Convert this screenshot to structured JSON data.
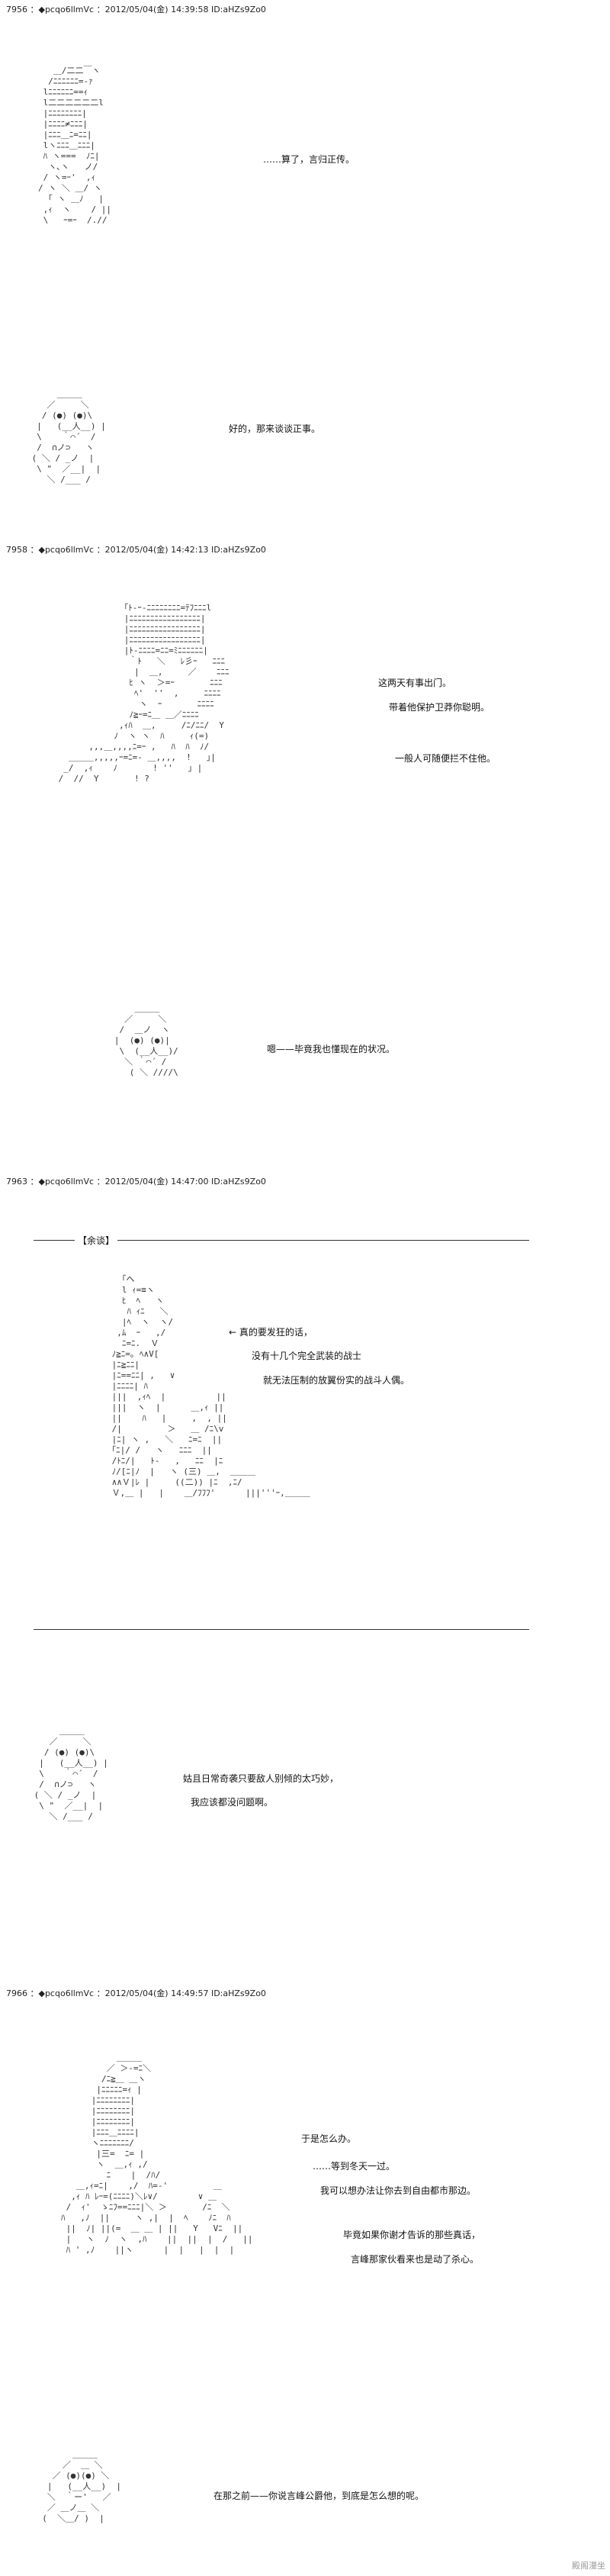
{
  "posts": [
    {
      "header": "7956 ：◆pcqo6llmVc ：2012/05/04(金) 14:39:58 ID:aHZs9Zo0",
      "lines": [
        "……算了，言归正传。",
        "好的，那来谈谈正事。"
      ]
    },
    {
      "header": "7958 ：◆pcqo6llmVc ：2012/05/04(金) 14:42:13 ID:aHZs9Zo0",
      "lines": [
        "这两天有事出门。",
        "带着他保护卫莽你聪明。",
        "一般人可随便拦不住他。",
        "嗯——毕竟我也懂现在的状况。"
      ]
    },
    {
      "header": "7963 ：◆pcqo6llmVc ：2012/05/04(金) 14:47:00 ID:aHZs9Zo0",
      "section_label": "【余谈】",
      "lines": [
        "← 真的要发狂的话，",
        "没有十几个完全武装的战士",
        "就无法压制的放翼份实的战斗人偶。",
        "姑且日常奇袭只要敌人别倾的太巧妙，",
        "我应该都没问题啊。"
      ]
    },
    {
      "header": "7966 ：◆pcqo6llmVc ：2012/05/04(金) 14:49:57 ID:aHZs9Zo0",
      "lines": [
        "于是怎么办。",
        "……等到冬天一过。",
        "我可以想办法让你去到自由都市那边。",
        "毕竟如果你谢才告诉的那些真话，",
        "言峰那家伙看来也是动了杀心。",
        "在那之前——你说言峰公爵他，到底是怎么想的呢。"
      ]
    }
  ],
  "watermark": "殿阁漫坐"
}
